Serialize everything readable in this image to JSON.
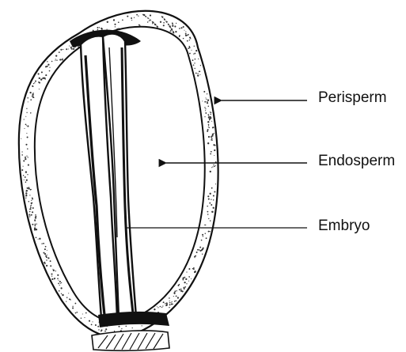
{
  "labels": {
    "perisperm": "Perisperm",
    "endosperm": "Endosperm",
    "embryo": "Embryo"
  },
  "colors": {
    "ink": "#111111",
    "paper": "#ffffff",
    "speckle": "#333333"
  }
}
